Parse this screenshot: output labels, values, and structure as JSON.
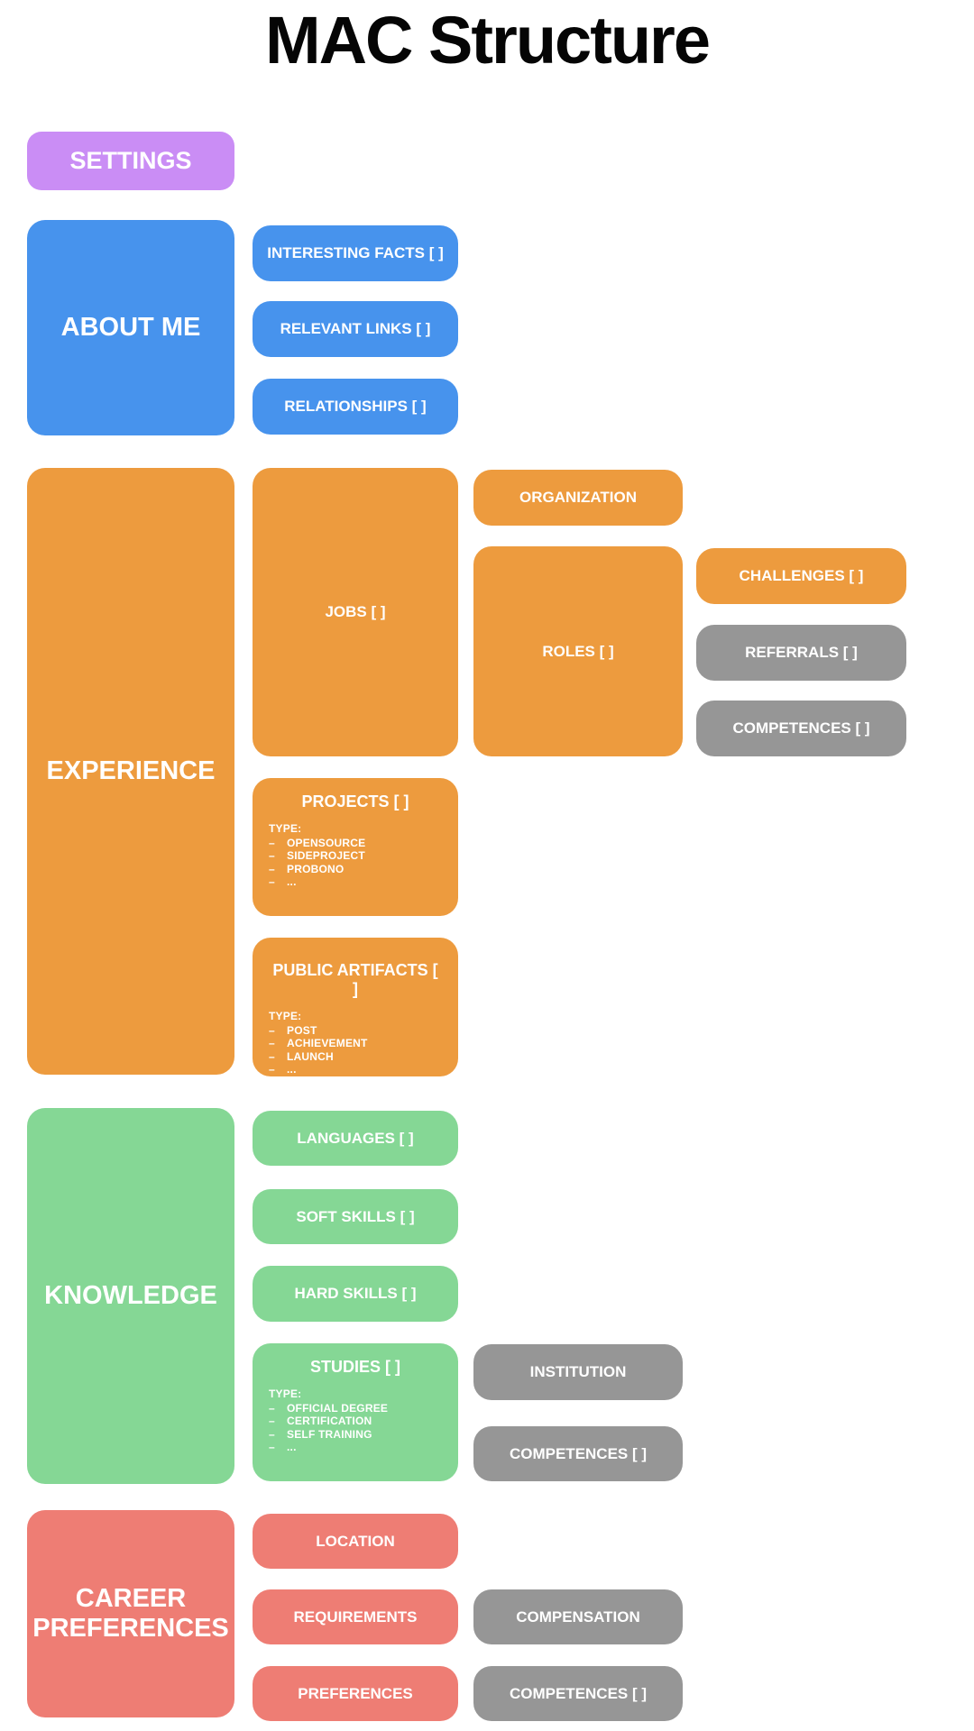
{
  "title": "MAC Structure",
  "bullet": "–",
  "colors": {
    "purple": "#ca8df5",
    "blue": "#4793ed",
    "orange": "#ed9b3e",
    "green": "#85d795",
    "salmon": "#ee7d74",
    "gray": "#969696"
  },
  "settings": {
    "label": "SETTINGS"
  },
  "about_me": {
    "label": "ABOUT ME",
    "interesting_facts": "INTERESTING FACTS [ ]",
    "relevant_links": "RELEVANT LINKS [ ]",
    "relationships": "RELATIONSHIPS [ ]"
  },
  "experience": {
    "label": "EXPERIENCE",
    "jobs": {
      "label": "JOBS [ ]",
      "organization": "ORGANIZATION",
      "roles": {
        "label": "ROLES [ ]",
        "challenges": "CHALLENGES [ ]",
        "referrals": "REFERRALS [ ]",
        "competences": "COMPETENCES [ ]"
      }
    },
    "projects": {
      "label": "PROJECTS [ ]",
      "type_heading": "TYPE:",
      "types": [
        "OPENSOURCE",
        "SIDEPROJECT",
        "PROBONO",
        "..."
      ]
    },
    "public_artifacts": {
      "label": "PUBLIC ARTIFACTS [ ]",
      "type_heading": "TYPE:",
      "types": [
        "POST",
        "ACHIEVEMENT",
        "LAUNCH",
        "..."
      ]
    }
  },
  "knowledge": {
    "label": "KNOWLEDGE",
    "languages": "LANGUAGES [ ]",
    "soft_skills": "SOFT SKILLS [ ]",
    "hard_skills": "HARD SKILLS [ ]",
    "studies": {
      "label": "STUDIES [ ]",
      "type_heading": "TYPE:",
      "types": [
        "OFFICIAL DEGREE",
        "CERTIFICATION",
        "SELF TRAINING",
        "..."
      ],
      "institution": "INSTITUTION",
      "competences": "COMPETENCES [ ]"
    }
  },
  "career_preferences": {
    "label": "CAREER PREFERENCES",
    "location": "LOCATION",
    "requirements": {
      "label": "REQUIREMENTS",
      "compensation": "COMPENSATION",
      "competences": "COMPETENCES [ ]"
    },
    "preferences": "PREFERENCES"
  }
}
